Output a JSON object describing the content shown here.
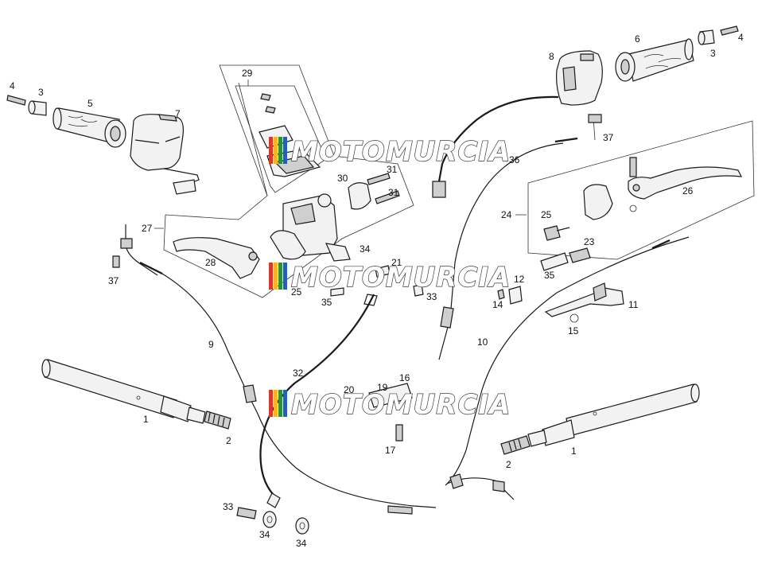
{
  "watermark": {
    "text": "MOTOMURCIA",
    "stripe_colors": [
      "#d63a2b",
      "#f2b824",
      "#2f8f3a",
      "#2a5fb0"
    ]
  },
  "labels": [
    {
      "id": "l4a",
      "text": "4"
    },
    {
      "id": "l3a",
      "text": "3"
    },
    {
      "id": "l5",
      "text": "5"
    },
    {
      "id": "l7",
      "text": "7"
    },
    {
      "id": "l29",
      "text": "29"
    },
    {
      "id": "l8",
      "text": "8"
    },
    {
      "id": "l6",
      "text": "6"
    },
    {
      "id": "l3b",
      "text": "3"
    },
    {
      "id": "l4b",
      "text": "4"
    },
    {
      "id": "l37a",
      "text": "37"
    },
    {
      "id": "l36",
      "text": "36"
    },
    {
      "id": "l31a",
      "text": "31"
    },
    {
      "id": "l30",
      "text": "30"
    },
    {
      "id": "l31b",
      "text": "31"
    },
    {
      "id": "l26",
      "text": "26"
    },
    {
      "id": "l27",
      "text": "27"
    },
    {
      "id": "l24",
      "text": "24"
    },
    {
      "id": "l25",
      "text": "25"
    },
    {
      "id": "l34a",
      "text": "34"
    },
    {
      "id": "l28",
      "text": "28"
    },
    {
      "id": "l23",
      "text": "23"
    },
    {
      "id": "l37b",
      "text": "37"
    },
    {
      "id": "l35a",
      "text": "35"
    },
    {
      "id": "l12",
      "text": "12"
    },
    {
      "id": "l21",
      "text": "21"
    },
    {
      "id": "l25b",
      "text": "25"
    },
    {
      "id": "l33a",
      "text": "33"
    },
    {
      "id": "l14",
      "text": "14"
    },
    {
      "id": "l11",
      "text": "11"
    },
    {
      "id": "l35b",
      "text": "35"
    },
    {
      "id": "l15",
      "text": "15"
    },
    {
      "id": "l9",
      "text": "9"
    },
    {
      "id": "l10",
      "text": "10"
    },
    {
      "id": "l32",
      "text": "32"
    },
    {
      "id": "l16",
      "text": "16"
    },
    {
      "id": "l20",
      "text": "20"
    },
    {
      "id": "l19",
      "text": "19"
    },
    {
      "id": "l1a",
      "text": "1"
    },
    {
      "id": "l2a",
      "text": "2"
    },
    {
      "id": "l17",
      "text": "17"
    },
    {
      "id": "l2b",
      "text": "2"
    },
    {
      "id": "l1b",
      "text": "1"
    },
    {
      "id": "l33b",
      "text": "33"
    },
    {
      "id": "l34b",
      "text": "34"
    },
    {
      "id": "l34c",
      "text": "34"
    }
  ]
}
